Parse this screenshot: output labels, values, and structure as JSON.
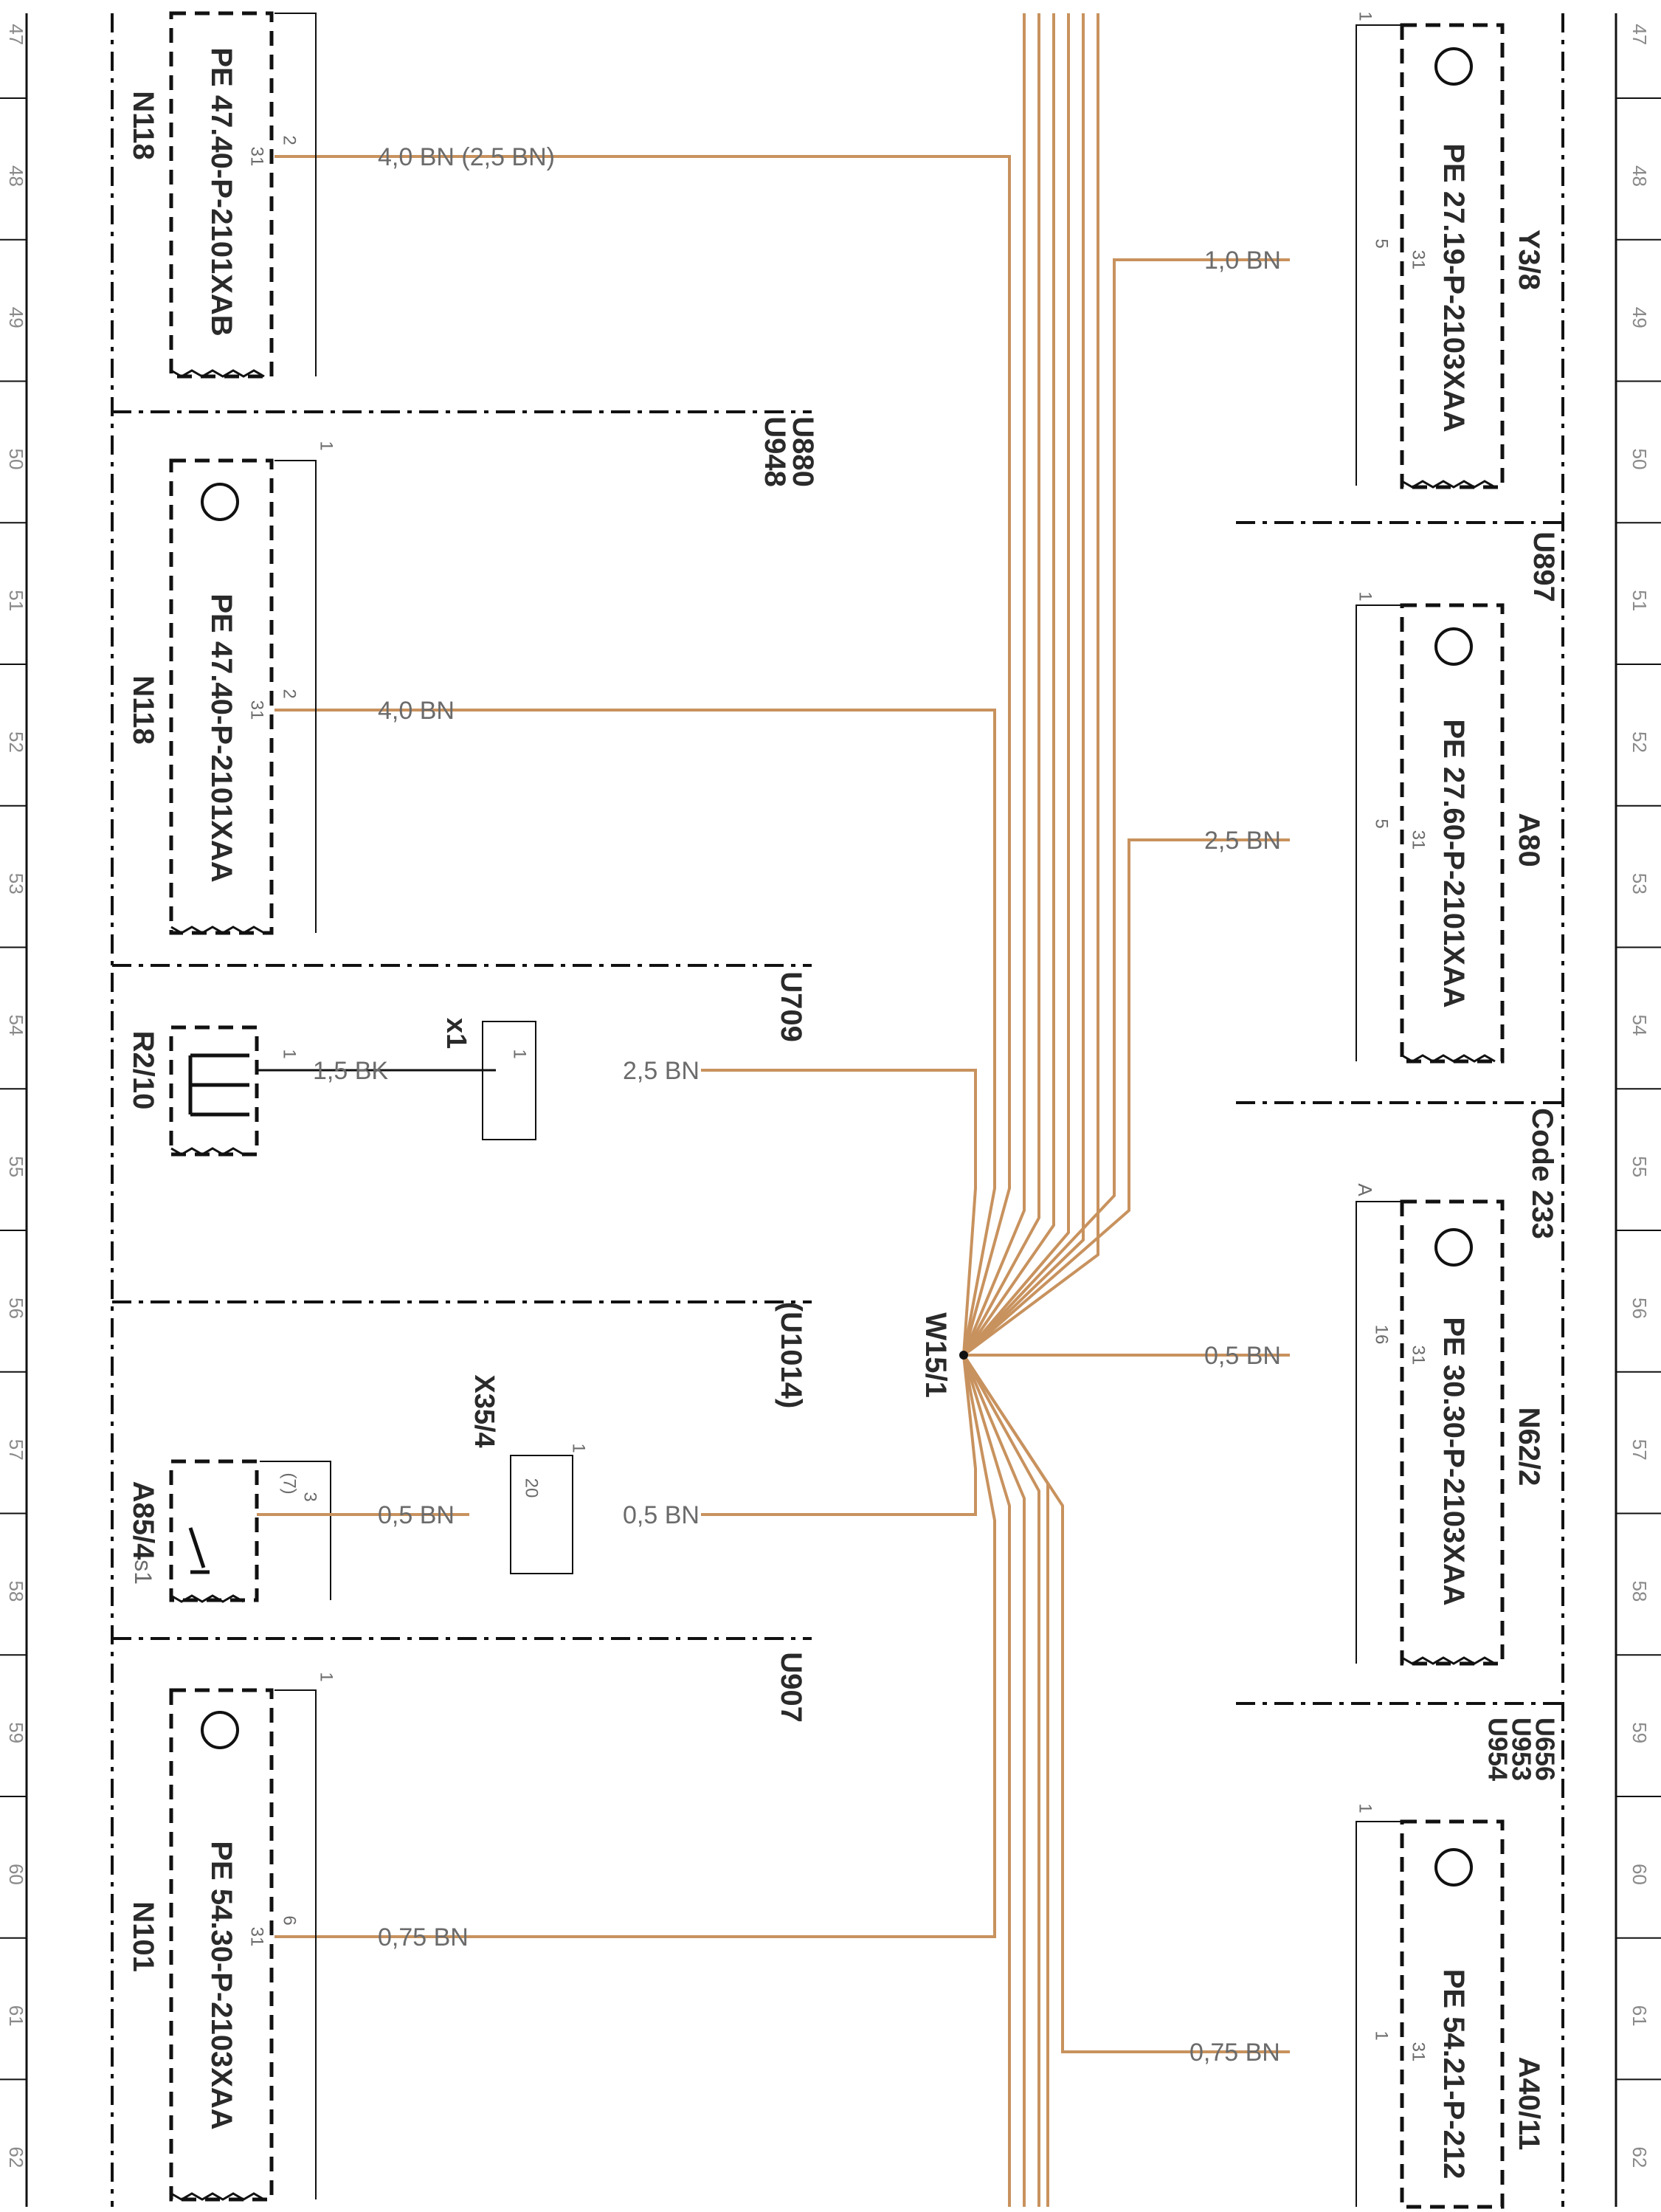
{
  "colors": {
    "wire": "#C8925E",
    "line": "#111111",
    "text": "#2a2a2a",
    "label_gray": "#6b6b6b"
  },
  "ruler": {
    "marks": [
      "47",
      "48",
      "49",
      "50",
      "51",
      "52",
      "53",
      "54",
      "55",
      "56",
      "57",
      "58",
      "59",
      "60",
      "61",
      "62"
    ]
  },
  "splice": {
    "label": "W15/1"
  },
  "left_components": [
    {
      "id": "N118_a",
      "name": "N118",
      "doc": "PE 47.40-P-2101XAB",
      "pin_in": "2",
      "pin_term": "31",
      "wire": "4,0 BN (2,5 BN)",
      "codes": []
    },
    {
      "id": "N118_b",
      "name": "N118",
      "doc": "PE 47.40-P-2101XAA",
      "pin_in": "2",
      "pin_term": "31",
      "wire": "4,0 BN",
      "codes": [
        "U880",
        "U948"
      ],
      "conn_mark": "1"
    },
    {
      "id": "R2_10",
      "name": "R2/10",
      "pin": "1",
      "wire1": "1,5 BK",
      "connector": "x1",
      "conn_pin": "1",
      "wire2": "2,5 BN",
      "codes": [
        "U709"
      ]
    },
    {
      "id": "A85_4",
      "name": "A85/4",
      "sub": "s1",
      "pin_a": "3",
      "pin_b": "(7)",
      "wire1": "0,5 BN",
      "connector": "X35/4",
      "conn_pin": "20",
      "conn_mark": "1",
      "wire2": "0,5 BN",
      "codes": [
        "(U1014)"
      ]
    },
    {
      "id": "N101",
      "name": "N101",
      "doc": "PE 54.30-P-2103XAA",
      "pin_in": "6",
      "pin_term": "31",
      "wire": "0,75 BN",
      "codes": [
        "U907"
      ],
      "conn_mark": "1"
    }
  ],
  "right_components": [
    {
      "id": "Y3_8",
      "name": "Y3/8",
      "doc": "PE 27.19-P-2103XAA",
      "pin_in": "5",
      "pin_term": "31",
      "wire": "1,0 BN",
      "conn_mark": "1",
      "codes": []
    },
    {
      "id": "A80",
      "name": "A80",
      "doc": "PE 27.60-P-2101XAA",
      "pin_in": "5",
      "pin_term": "31",
      "wire": "2,5 BN",
      "conn_mark": "1",
      "codes": [
        "U897"
      ]
    },
    {
      "id": "N62_2",
      "name": "N62/2",
      "doc": "PE 30.30-P-2103XAA",
      "pin_in": "16",
      "pin_term": "31",
      "wire": "0,5 BN",
      "conn_mark": "A",
      "codes": [
        "Code 233"
      ]
    },
    {
      "id": "A40_11",
      "name": "A40/11",
      "doc": "PE 54.21-P-212",
      "pin_in": "1",
      "pin_term": "31",
      "wire": "0,75 BN",
      "conn_mark": "1",
      "codes": [
        "U656",
        "U953",
        "U954"
      ]
    }
  ]
}
